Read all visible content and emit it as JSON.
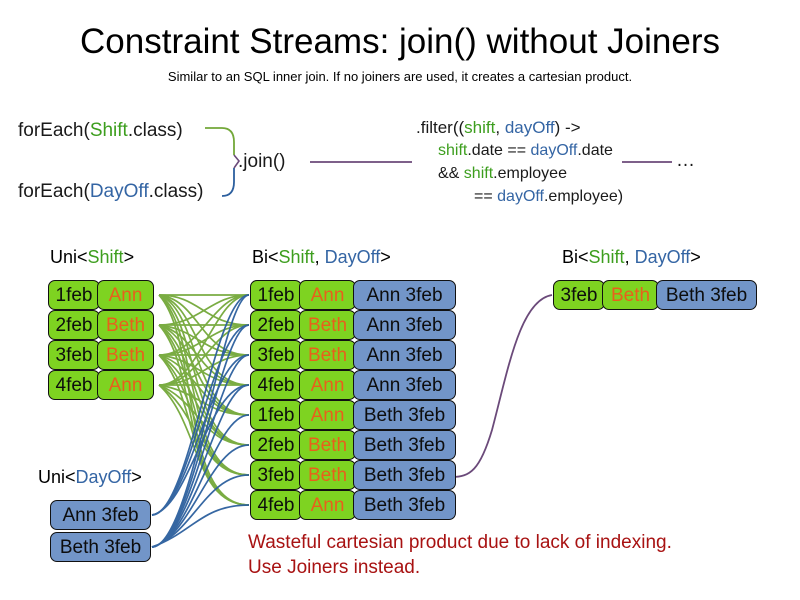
{
  "header": {
    "title": "Constraint Streams: join() without Joiners",
    "subtitle": "Similar to an SQL inner join. If no joiners are used, it creates a cartesian product."
  },
  "code": {
    "foreach_shift_prefix": "forEach(",
    "foreach_shift_type": "Shift",
    "foreach_shift_suffix": ".class)",
    "foreach_dayoff_prefix": "forEach(",
    "foreach_dayoff_type": "DayOff",
    "foreach_dayoff_suffix": ".class)",
    "join_call": ".join()",
    "ellipsis": "…",
    "filter": {
      "line1_pre": ".filter((",
      "line1_shift": "shift",
      "line1_comma": ", ",
      "line1_dayoff": "dayOff",
      "line1_post": ") ->",
      "line2_shift": "shift",
      "line2_mid": ".date == ",
      "line2_dayoff": "dayOff",
      "line2_post": ".date",
      "line3_pre": "&& ",
      "line3_shift": "shift",
      "line3_post": ".employee",
      "line4_pre": "== ",
      "line4_dayoff": "dayOff",
      "line4_post": ".employee)"
    }
  },
  "labels": {
    "uni_shift": {
      "pre": "Uni<",
      "type": "Shift",
      "post": ">"
    },
    "bi_middle": {
      "pre": "Bi<",
      "type1": "Shift",
      "sep": ", ",
      "type2": "DayOff",
      "post": ">"
    },
    "bi_right": {
      "pre": "Bi<",
      "type1": "Shift",
      "sep": ", ",
      "type2": "DayOff",
      "post": ">"
    },
    "uni_dayoff": {
      "pre": "Uni<",
      "type": "DayOff",
      "post": ">"
    }
  },
  "shift_stream": [
    {
      "date": "1feb",
      "employee": "Ann"
    },
    {
      "date": "2feb",
      "employee": "Beth"
    },
    {
      "date": "3feb",
      "employee": "Beth"
    },
    {
      "date": "4feb",
      "employee": "Ann"
    }
  ],
  "dayoff_stream": [
    {
      "pair": "Ann 3feb"
    },
    {
      "pair": "Beth 3feb"
    }
  ],
  "cartesian_stream": [
    {
      "date": "1feb",
      "employee": "Ann",
      "dayoff": "Ann 3feb"
    },
    {
      "date": "2feb",
      "employee": "Beth",
      "dayoff": "Ann 3feb"
    },
    {
      "date": "3feb",
      "employee": "Beth",
      "dayoff": "Ann 3feb"
    },
    {
      "date": "4feb",
      "employee": "Ann",
      "dayoff": "Ann 3feb"
    },
    {
      "date": "1feb",
      "employee": "Ann",
      "dayoff": "Beth 3feb"
    },
    {
      "date": "2feb",
      "employee": "Beth",
      "dayoff": "Beth 3feb"
    },
    {
      "date": "3feb",
      "employee": "Beth",
      "dayoff": "Beth 3feb"
    },
    {
      "date": "4feb",
      "employee": "Ann",
      "dayoff": "Beth 3feb"
    }
  ],
  "filtered_result": {
    "date": "3feb",
    "employee": "Beth",
    "dayoff": "Beth 3feb"
  },
  "warning": {
    "line1": "Wasteful cartesian product due to lack of indexing.",
    "line2": "Use Joiners instead."
  },
  "colors": {
    "shift_green": "#7ed321",
    "dayoff_blue": "#7295c8",
    "shift_text": "#3d9e1e",
    "dayoff_text": "#3465a4",
    "employee_text": "#e8601c",
    "warning_red": "#a81212",
    "wire_green": "#73a839",
    "wire_blue": "#2c5f9e",
    "wire_purple": "#6b4a7a"
  }
}
